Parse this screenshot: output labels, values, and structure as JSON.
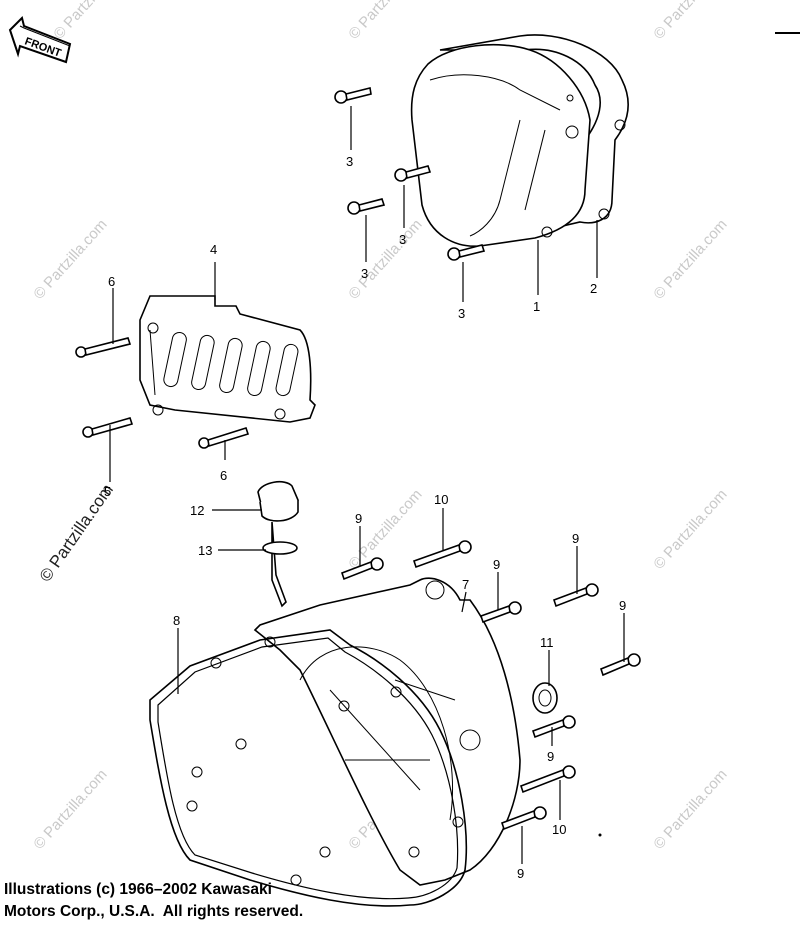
{
  "front_label": "FRONT",
  "watermark": "© Partzilla.com",
  "callouts": [
    {
      "id": "c3a",
      "text": "3"
    },
    {
      "id": "c3b",
      "text": "3"
    },
    {
      "id": "c3c",
      "text": "3"
    },
    {
      "id": "c3d",
      "text": "3"
    },
    {
      "id": "c1",
      "text": "1"
    },
    {
      "id": "c2",
      "text": "2"
    },
    {
      "id": "c4",
      "text": "4"
    },
    {
      "id": "c6a",
      "text": "6"
    },
    {
      "id": "c6b",
      "text": "6"
    },
    {
      "id": "c5",
      "text": "5"
    },
    {
      "id": "c12",
      "text": "12"
    },
    {
      "id": "c13",
      "text": "13"
    },
    {
      "id": "c9a",
      "text": "9"
    },
    {
      "id": "c10a",
      "text": "10"
    },
    {
      "id": "c9b",
      "text": "9"
    },
    {
      "id": "c7",
      "text": "7"
    },
    {
      "id": "c9c",
      "text": "9"
    },
    {
      "id": "c9d",
      "text": "9"
    },
    {
      "id": "c8",
      "text": "8"
    },
    {
      "id": "c11",
      "text": "11"
    },
    {
      "id": "c9e",
      "text": "9"
    },
    {
      "id": "c10b",
      "text": "10"
    },
    {
      "id": "c9f",
      "text": "9"
    }
  ],
  "copyright_line1": "Illustrations (c) 1966–2002 Kawasaki",
  "copyright_line2": "Motors Corp., U.S.A.  All rights reserved."
}
